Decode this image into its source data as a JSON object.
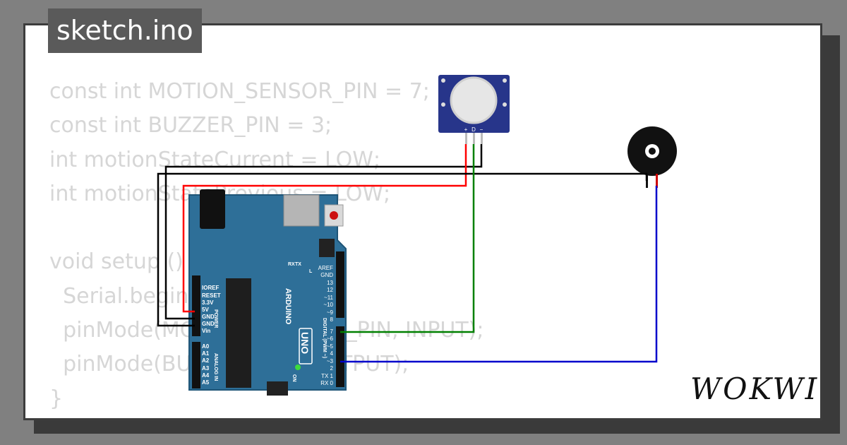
{
  "tab": {
    "filename": "sketch.ino"
  },
  "code_lines": [
    "const int MOTION_SENSOR_PIN = 7;",
    "const int BUZZER_PIN = 3;",
    "int motionStateCurrent = LOW;",
    "int motionStatePrevious = LOW;",
    "",
    "void setup () {",
    "  Serial.begin(9600);",
    "  pinMode(MOTION_SENSOR_PIN, INPUT);",
    "  pinMode(BUZZER_PIN, OUTPUT);",
    "}"
  ],
  "brand": {
    "logo_text": "WOKWI"
  },
  "board": {
    "brand_label": "ARDUINO",
    "model_label": "UNO",
    "on_label": "ON",
    "tx_label": "TX",
    "rx_label": "RX",
    "l_label": "L",
    "power_label": "POWER",
    "analog_label": "ANALOG IN",
    "digital_label": "DIGITAL (PWM ~)",
    "power_pins": [
      "IOREF",
      "RESET",
      "3.3V",
      "5V",
      "GND",
      "GND",
      "Vin"
    ],
    "analog_pins": [
      "A0",
      "A1",
      "A2",
      "A3",
      "A4",
      "A5"
    ],
    "digital_pins": [
      "AREF",
      "GND",
      "13",
      "12",
      "~11",
      "~10",
      "~9",
      "8",
      "7",
      "~6",
      "~5",
      "4",
      "~3",
      "2",
      "TX 1",
      "RX 0"
    ]
  },
  "pir_sensor": {
    "pin_labels": [
      "+",
      "D",
      "−"
    ]
  },
  "wires": {
    "vcc": "#ff0000",
    "gnd": "#000000",
    "signal": "#008000",
    "buzzer": "#0000cc"
  }
}
